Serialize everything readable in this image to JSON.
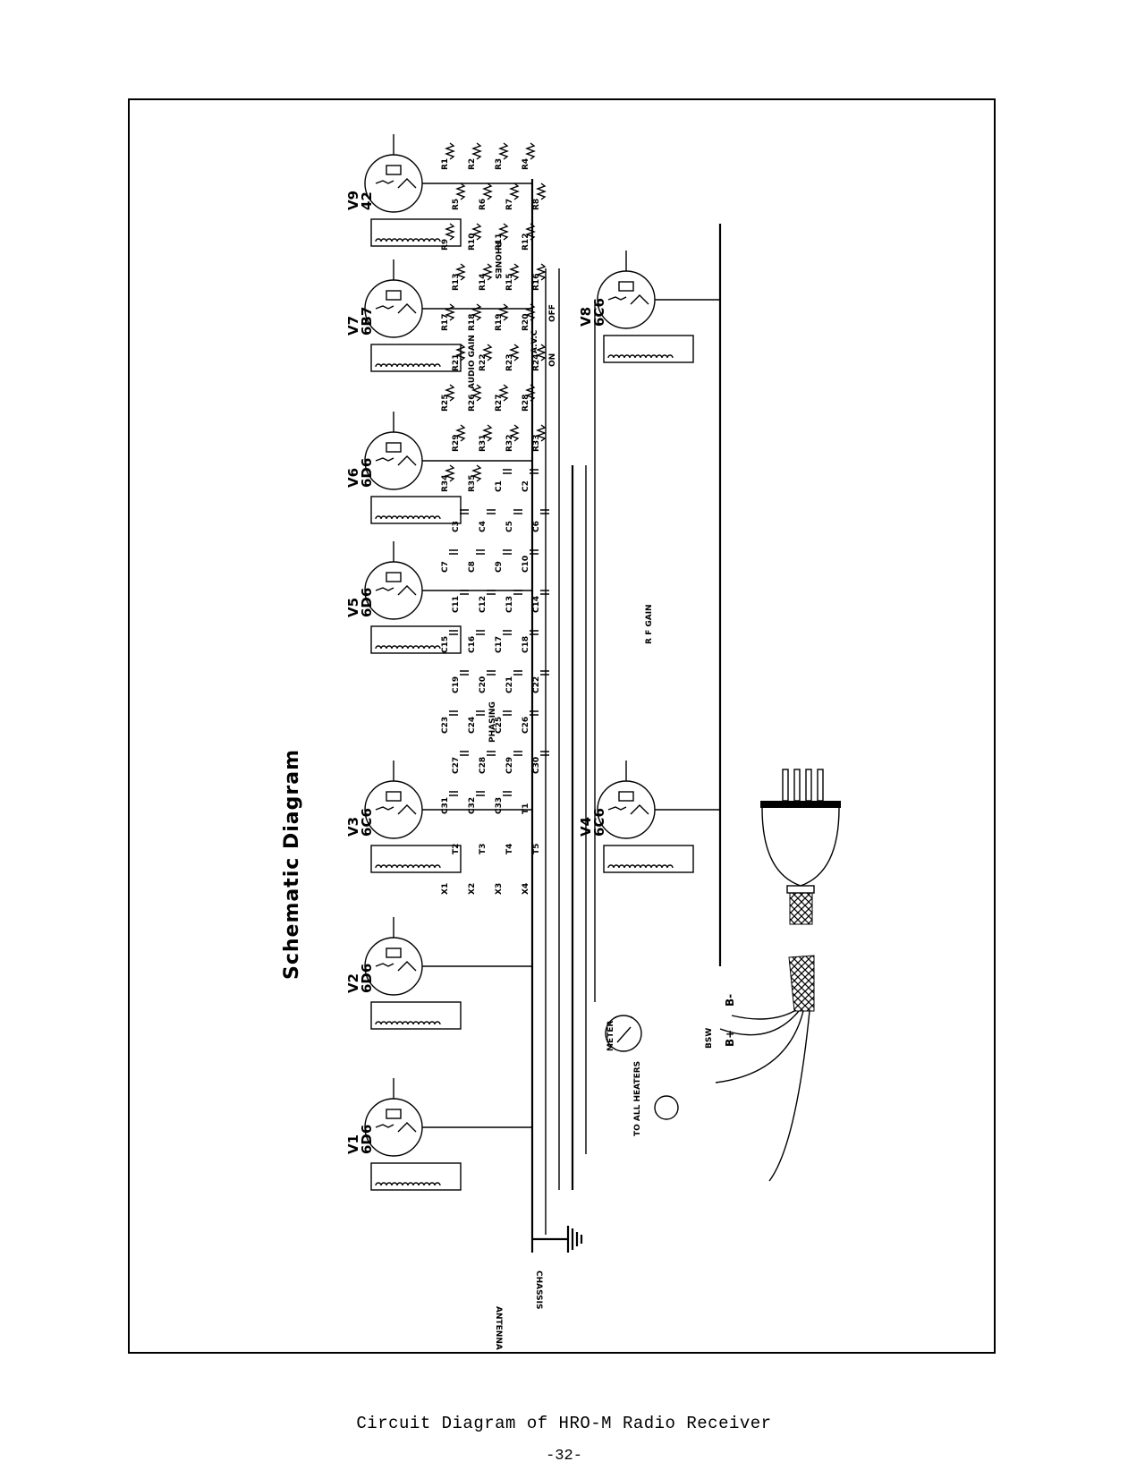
{
  "page": {
    "title": "Schematic Diagram",
    "caption": "Circuit Diagram of HRO-M Radio Receiver",
    "page_number": "-32-"
  },
  "tubes": [
    {
      "id": "V1",
      "type": "6D6"
    },
    {
      "id": "V2",
      "type": "6D6"
    },
    {
      "id": "V3",
      "type": "6C6"
    },
    {
      "id": "V4",
      "type": "6C6"
    },
    {
      "id": "V5",
      "type": "6D6"
    },
    {
      "id": "V6",
      "type": "6D6"
    },
    {
      "id": "V7",
      "type": "6B7"
    },
    {
      "id": "V8",
      "type": "6C6"
    },
    {
      "id": "V9",
      "type": "42"
    }
  ],
  "transformers": [
    "T1",
    "T2",
    "T3",
    "T4",
    "T5"
  ],
  "resistors": [
    "R1",
    "R2",
    "R3",
    "R4",
    "R5",
    "R6",
    "R7",
    "R8",
    "R9",
    "R10",
    "R11",
    "R12",
    "R13",
    "R14",
    "R15",
    "R16",
    "R17",
    "R18",
    "R19",
    "R20",
    "R21",
    "R22",
    "R23",
    "R24",
    "R25",
    "R26",
    "R27",
    "R28",
    "R29",
    "R31",
    "R32",
    "R33",
    "R34",
    "R35"
  ],
  "capacitors": [
    "C1",
    "C2",
    "C3",
    "C4",
    "C5",
    "C6",
    "C7",
    "C8",
    "C9",
    "C10",
    "C11",
    "C12",
    "C13",
    "C14",
    "C15",
    "C16",
    "C17",
    "C18",
    "C19",
    "C20",
    "C21",
    "C22",
    "C23",
    "C24",
    "C25",
    "C26",
    "C27",
    "C28",
    "C29",
    "C30",
    "C31",
    "C32",
    "C33"
  ],
  "switches_lamps": [
    "X1",
    "X2",
    "X3",
    "X4"
  ],
  "annotations": {
    "phones": "PHONES",
    "audio_gain": "AUDIO GAIN",
    "avc": "A.V.C",
    "avc_off": "OFF",
    "avc_on": "ON",
    "rf_gain": "R F GAIN",
    "phasing": "PHASING",
    "meter": "METER",
    "bsw": "BSW",
    "heaters": "TO ALL HEATERS",
    "chassis": "CHASSIS",
    "antenna": "ANTENNA",
    "b_minus": "B-",
    "b_plus": "B+"
  }
}
